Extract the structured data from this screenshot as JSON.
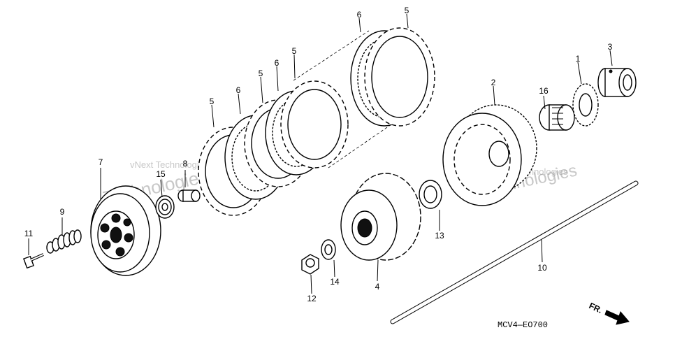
{
  "diagram": {
    "drawing_code": "MCV4—EO700",
    "direction_label": "FR.",
    "watermark_lines": [
      "vNext Technologies",
      "Technologies"
    ],
    "callouts": [
      "1",
      "2",
      "3",
      "4",
      "5",
      "5",
      "5",
      "5",
      "6",
      "6",
      "6",
      "7",
      "8",
      "9",
      "10",
      "11",
      "12",
      "13",
      "14",
      "15",
      "16"
    ]
  }
}
